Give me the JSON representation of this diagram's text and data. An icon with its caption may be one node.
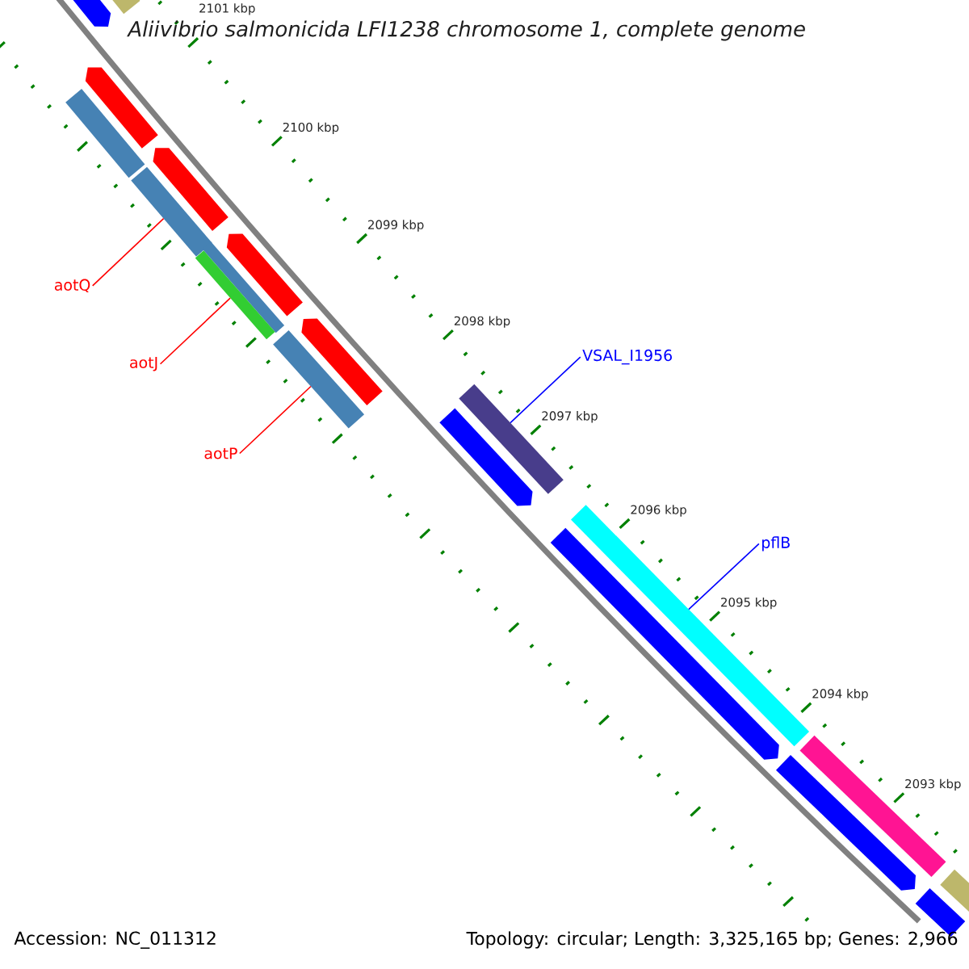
{
  "diagram": {
    "title": "Aliivibrio salmonicida LFI1238 chromosome 1, complete genome",
    "nodes": [
      {
        "text": [
          "aotQ"
        ]
      },
      {
        "text": [
          "aotJ"
        ]
      },
      {
        "text": [
          "aotP"
        ]
      },
      {
        "text": [
          "VSAL_I1956"
        ]
      },
      {
        "text": [
          "pflB"
        ]
      },
      {
        "text": [],
        "shape": "arrow"
      },
      {
        "text": [],
        "shape": "bar"
      },
      {
        "text": [],
        "shape": "arrow"
      },
      {
        "text": [],
        "shape": "bar"
      },
      {
        "text": [],
        "shape": "arrow"
      },
      {
        "text": [],
        "shape": "bar"
      },
      {
        "text": [],
        "shape": "bar"
      },
      {
        "text": [],
        "shape": "bar"
      },
      {
        "text": [],
        "shape": "arrow"
      },
      {
        "text": [],
        "shape": "bar"
      },
      {
        "text": [],
        "shape": "arrow"
      },
      {
        "text": [],
        "shape": "arrow"
      },
      {
        "text": [],
        "shape": "bar"
      },
      {
        "text": [],
        "shape": "arrow"
      },
      {
        "text": [],
        "shape": "bar"
      },
      {
        "text": [],
        "shape": "arrow"
      },
      {
        "text": [],
        "shape": "bar"
      },
      {
        "text": [],
        "shape": "bar"
      },
      {
        "text": [],
        "shape": "bar"
      }
    ],
    "edges": [
      {
        "from": 0,
        "to": 10,
        "arrow": "none"
      },
      {
        "from": 1,
        "to": 12,
        "arrow": "none"
      },
      {
        "from": 2,
        "to": 14,
        "arrow": "none"
      },
      {
        "from": 3,
        "to": 17,
        "arrow": "none",
        "color": "#0000ff"
      },
      {
        "from": 4,
        "to": 19,
        "arrow": "none",
        "color": "#0000ff"
      }
    ],
    "labels": [
      "2101 kbp",
      "2100 kbp",
      "2099 kbp",
      "2098 kbp",
      "2097 kbp",
      "2096 kbp",
      "2095 kbp",
      "2094 kbp",
      "2093 kbp",
      "Accession: NC_011312",
      "Topology: circular; Length: 3,325,165 bp; Genes: 2,966"
    ]
  }
}
